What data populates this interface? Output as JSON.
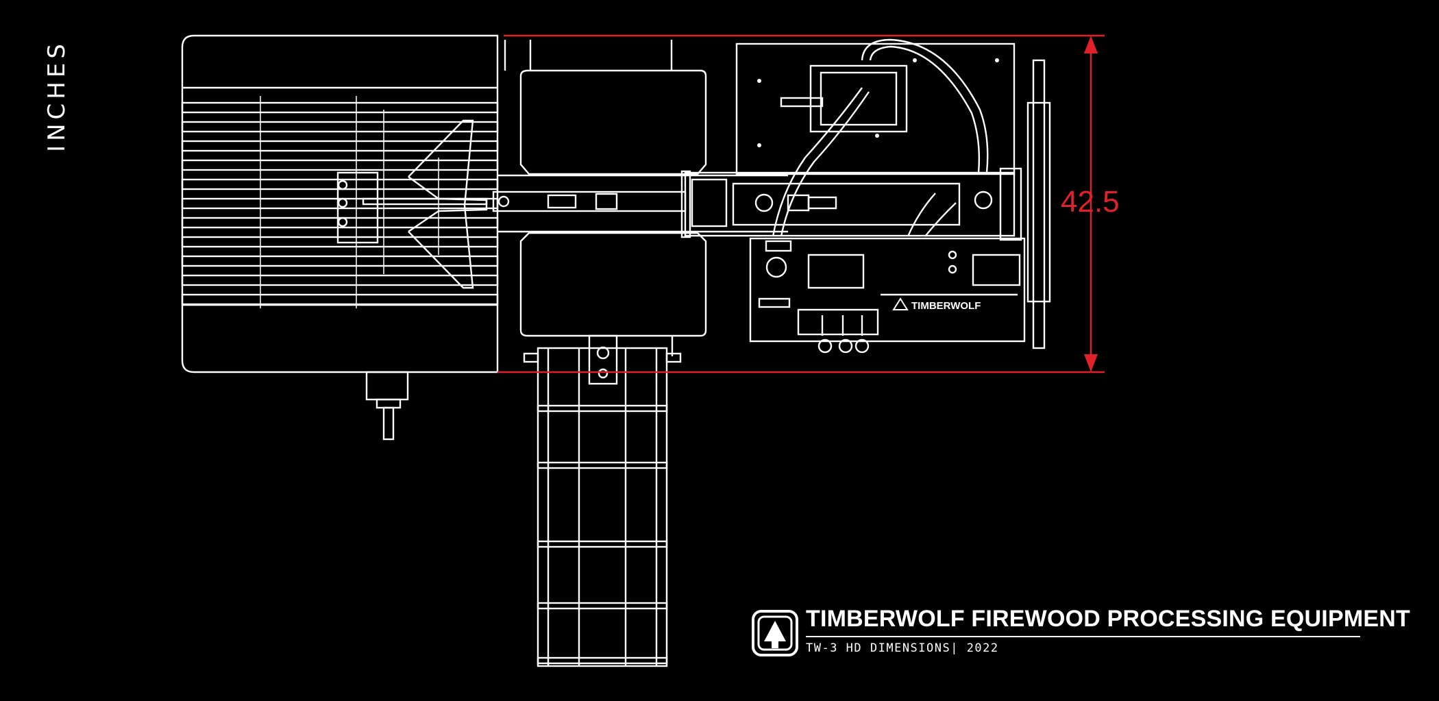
{
  "units_label": "INCHES",
  "dimension": {
    "value": "42.5",
    "color": "#e0202a"
  },
  "brand": {
    "title": "TIMBERWOLF FIREWOOD PROCESSING EQUIPMENT",
    "subtitle": "TW-3 HD DIMENSIONS| 2022",
    "panel_logo_text": "TIMBERWOLF"
  },
  "colors": {
    "background": "#000000",
    "lines": "#ffffff",
    "dimension": "#e0202a"
  }
}
